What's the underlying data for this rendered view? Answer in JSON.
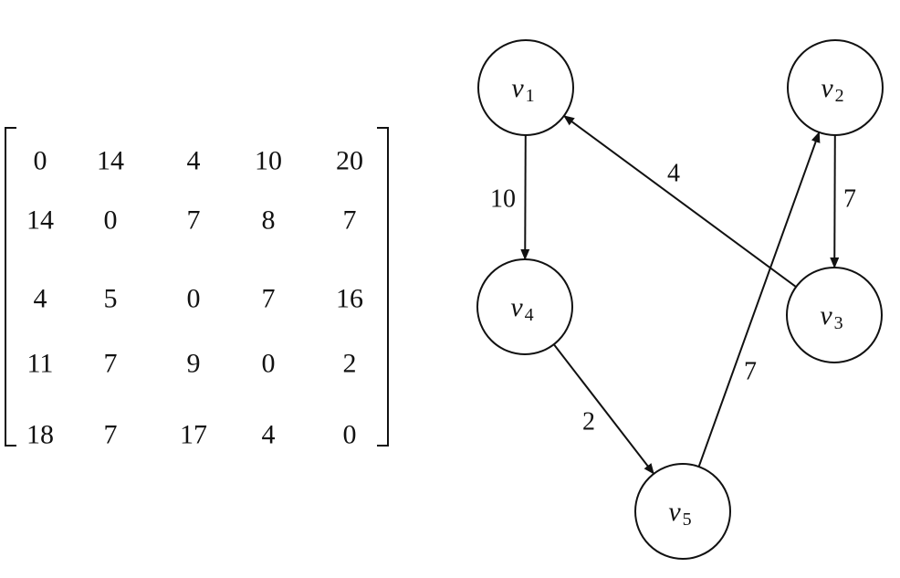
{
  "matrix": {
    "rows": [
      [
        "0",
        "14",
        "4",
        "10",
        "20"
      ],
      [
        "14",
        "0",
        "7",
        "8",
        "7"
      ],
      [
        "4",
        "5",
        "0",
        "7",
        "16"
      ],
      [
        "11",
        "7",
        "9",
        "0",
        "2"
      ],
      [
        "18",
        "7",
        "17",
        "4",
        "0"
      ]
    ]
  },
  "graph": {
    "nodes": [
      {
        "id": "v1",
        "name": "v",
        "sub": "1"
      },
      {
        "id": "v2",
        "name": "v",
        "sub": "2"
      },
      {
        "id": "v3",
        "name": "v",
        "sub": "3"
      },
      {
        "id": "v4",
        "name": "v",
        "sub": "4"
      },
      {
        "id": "v5",
        "name": "v",
        "sub": "5"
      }
    ],
    "edges": [
      {
        "from": "v1",
        "to": "v4",
        "weight": "10"
      },
      {
        "from": "v3",
        "to": "v1",
        "weight": "4"
      },
      {
        "from": "v2",
        "to": "v3",
        "weight": "7"
      },
      {
        "from": "v4",
        "to": "v5",
        "weight": "2"
      },
      {
        "from": "v5",
        "to": "v2",
        "weight": "7"
      }
    ]
  }
}
